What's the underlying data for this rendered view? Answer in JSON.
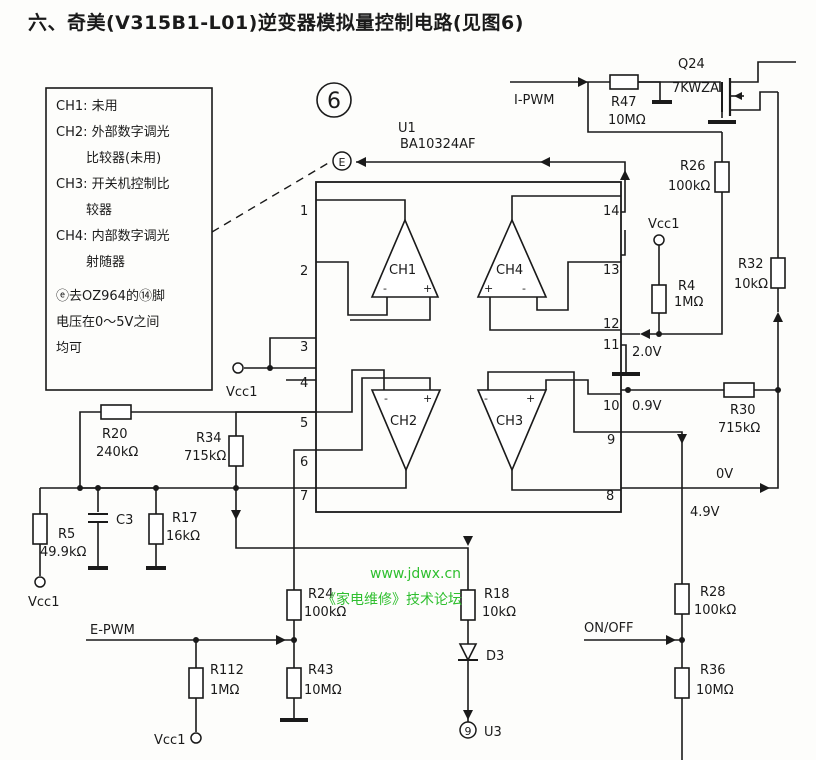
{
  "title": "六、奇美(V315B1-L01)逆变器模拟量控制电路(见图6)",
  "figure_number": "6",
  "ic": {
    "ref": "U1",
    "part": "BA10324AF"
  },
  "notes": [
    "CH1: 未用",
    "CH2: 外部数字调光",
    "比较器(未用)",
    "CH3: 开关机控制比",
    "较器",
    "CH4: 内部数字调光",
    "射随器",
    "ⓔ去OZ964的⑭脚",
    "电压在0～5V之间",
    "均可"
  ],
  "pins": [
    "1",
    "2",
    "3",
    "4",
    "5",
    "6",
    "7",
    "8",
    "9",
    "10",
    "11",
    "12",
    "13",
    "14"
  ],
  "opamps": [
    "CH1",
    "CH2",
    "CH3",
    "CH4"
  ],
  "transistor": {
    "ref": "Q24",
    "part": "7KWZA"
  },
  "signals": {
    "ipwm": "I-PWM",
    "epwm": "E-PWM",
    "onoff": "ON/OFF",
    "vcc1": "Vcc1",
    "e_marker": "E",
    "u3_marker": "9",
    "u3": "U3"
  },
  "voltages": {
    "v12": "2.0V",
    "v10": "0.9V",
    "v_line": "0V",
    "v9": "4.9V"
  },
  "components": {
    "R47": {
      "ref": "R47",
      "value": "10MΩ"
    },
    "R26": {
      "ref": "R26",
      "value": "100kΩ"
    },
    "R4": {
      "ref": "R4",
      "value": "1MΩ"
    },
    "R32": {
      "ref": "R32",
      "value": "10kΩ"
    },
    "R30": {
      "ref": "R30",
      "value": "715kΩ"
    },
    "R20": {
      "ref": "R20",
      "value": "240kΩ"
    },
    "R34": {
      "ref": "R34",
      "value": "715kΩ"
    },
    "R5": {
      "ref": "R5",
      "value": "49.9kΩ"
    },
    "C3": {
      "ref": "C3",
      "value": ""
    },
    "R17": {
      "ref": "R17",
      "value": "16kΩ"
    },
    "R24": {
      "ref": "R24",
      "value": "100kΩ"
    },
    "R18": {
      "ref": "R18",
      "value": "10kΩ"
    },
    "D3": {
      "ref": "D3",
      "value": ""
    },
    "R28": {
      "ref": "R28",
      "value": "100kΩ"
    },
    "R112": {
      "ref": "R112",
      "value": "1MΩ"
    },
    "R43": {
      "ref": "R43",
      "value": "10MΩ"
    },
    "R36": {
      "ref": "R36",
      "value": "10MΩ"
    }
  },
  "watermark": {
    "line1": "www.jdwx.cn",
    "line2": "《家电维修》技术论坛"
  }
}
